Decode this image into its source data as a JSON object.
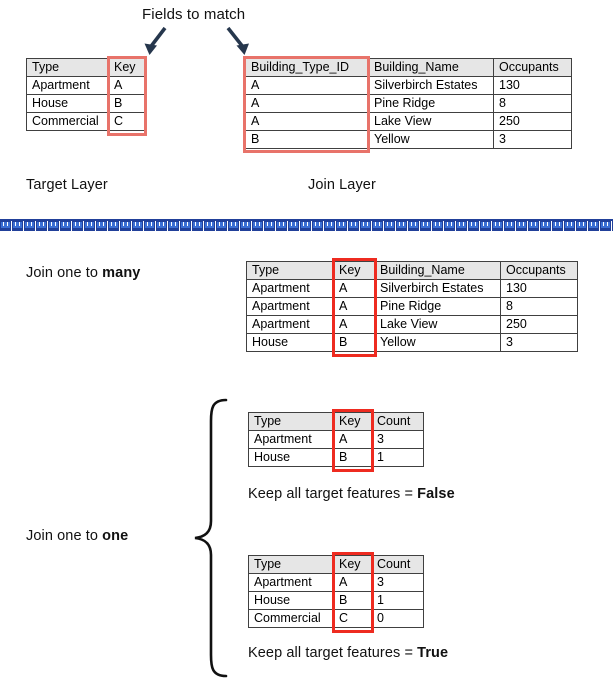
{
  "theme": {
    "highlight_soft": "#e8736a",
    "highlight_hard": "#ee2b20",
    "divider_blue": "#21409a",
    "arrow_navy": "#26374d",
    "header_fill": "#e6e6e6"
  },
  "annotations": {
    "fields_to_match": "Fields to match",
    "target_layer": "Target Layer",
    "join_layer": "Join Layer",
    "join_one_to_many_prefix": "Join one to ",
    "join_one_to_many_emphasis": "many",
    "join_one_to_one_prefix": "Join one to ",
    "join_one_to_one_emphasis": "one",
    "keep_all_false_prefix": "Keep all target features = ",
    "keep_all_false_emphasis": "False",
    "keep_all_true_prefix": "Keep all target features = ",
    "keep_all_true_emphasis": "True"
  },
  "tables": {
    "target_layer": {
      "headers": [
        "Type",
        "Key"
      ],
      "rows": [
        [
          "Apartment",
          "A"
        ],
        [
          "House",
          "B"
        ],
        [
          "Commercial",
          "C"
        ]
      ],
      "highlight_column": "Key"
    },
    "join_layer": {
      "headers": [
        "Building_Type_ID",
        "Building_Name",
        "Occupants"
      ],
      "rows": [
        [
          "A",
          "Silverbirch Estates",
          "130"
        ],
        [
          "A",
          "Pine Ridge",
          "8"
        ],
        [
          "A",
          "Lake View",
          "250"
        ],
        [
          "B",
          "Yellow",
          "3"
        ]
      ],
      "highlight_column": "Building_Type_ID"
    },
    "one_to_many_result": {
      "headers": [
        "Type",
        "Key",
        "Building_Name",
        "Occupants"
      ],
      "rows": [
        [
          "Apartment",
          "A",
          "Silverbirch Estates",
          "130"
        ],
        [
          "Apartment",
          "A",
          "Pine Ridge",
          "8"
        ],
        [
          "Apartment",
          "A",
          "Lake View",
          "250"
        ],
        [
          "House",
          "B",
          "Yellow",
          "3"
        ]
      ],
      "highlight_column": "Key"
    },
    "one_to_one_false": {
      "headers": [
        "Type",
        "Key",
        "Count"
      ],
      "rows": [
        [
          "Apartment",
          "A",
          "3"
        ],
        [
          "House",
          "B",
          "1"
        ]
      ],
      "highlight_column": "Key"
    },
    "one_to_one_true": {
      "headers": [
        "Type",
        "Key",
        "Count"
      ],
      "rows": [
        [
          "Apartment",
          "A",
          "3"
        ],
        [
          "House",
          "B",
          "1"
        ],
        [
          "Commercial",
          "C",
          "0"
        ]
      ],
      "highlight_column": "Key"
    }
  }
}
